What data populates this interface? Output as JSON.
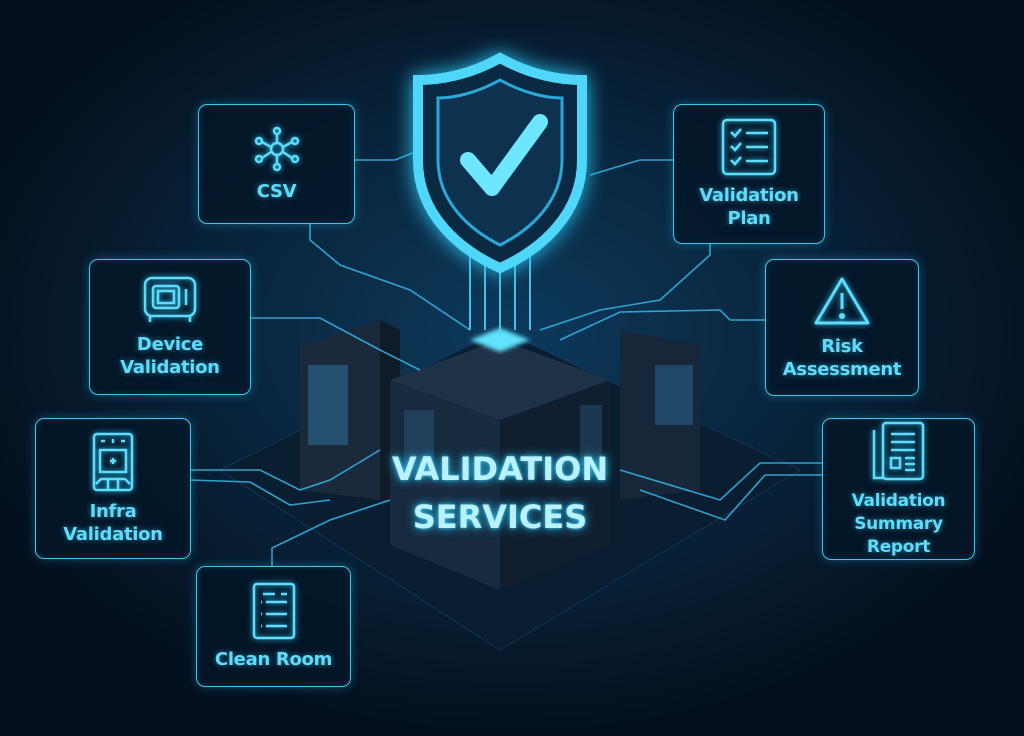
{
  "title": {
    "line1": "VALIDATION",
    "line2": "SERVICES"
  },
  "colors": {
    "accent": "#3cc6ee",
    "background": "#04101e",
    "text": "#5fdcfb"
  },
  "cards": [
    {
      "id": "csv",
      "label": "CSV",
      "icon": "network-nodes-icon"
    },
    {
      "id": "validation-plan",
      "label": "Validation Plan",
      "icon": "checklist-icon"
    },
    {
      "id": "device-validation",
      "label": "Device Validation",
      "icon": "device-icon"
    },
    {
      "id": "risk-assessment",
      "label": "Risk Assessment",
      "icon": "warning-triangle-icon"
    },
    {
      "id": "infra-validation",
      "label": "Infra Validation",
      "icon": "control-panel-icon"
    },
    {
      "id": "validation-summary-report",
      "label": "Validation Summary Report",
      "icon": "report-document-icon"
    },
    {
      "id": "clean-room",
      "label": "Clean Room",
      "icon": "document-list-icon"
    }
  ]
}
